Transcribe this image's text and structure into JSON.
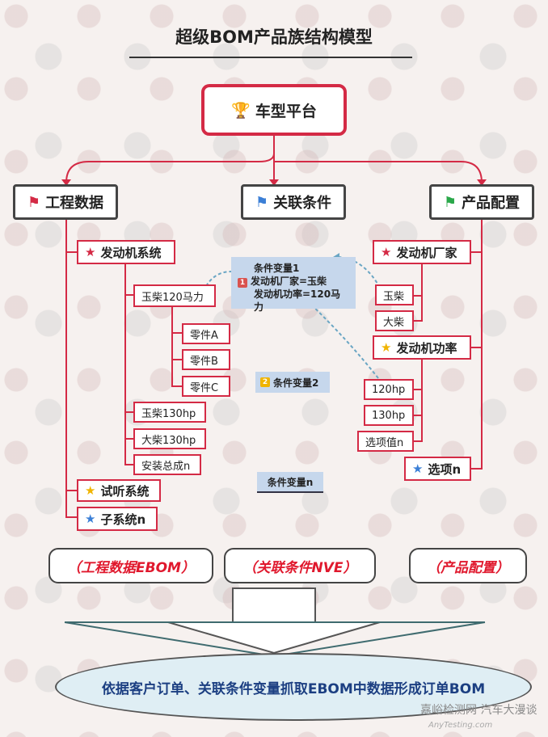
{
  "title": "超级BOM产品族结构模型",
  "root": {
    "label": "车型平台",
    "icon": "trophy-icon"
  },
  "level1": {
    "left": {
      "label": "工程数据",
      "icon": "red-flag-icon",
      "color": "#d42a45"
    },
    "center": {
      "label": "关联条件",
      "icon": "blue-flag-icon",
      "color": "#3b7fd6"
    },
    "right": {
      "label": "产品配置",
      "icon": "green-flag-icon",
      "color": "#2aa84a"
    }
  },
  "engineering": {
    "engine_system": "发动机系统",
    "yuchai120": "玉柴120马力",
    "part_a": "零件A",
    "part_b": "零件B",
    "part_c": "零件C",
    "yuchai130": "玉柴130hp",
    "dachai130": "大柴130hp",
    "assembly_n": "安装总成n",
    "audition_system": "试听系统",
    "subsystem_n": "子系统n"
  },
  "conditions": {
    "cond1_title": "条件变量1",
    "cond1_line1": "发动机厂家=玉柴",
    "cond1_line2": "发动机功率=120马力",
    "cond1_badge": "1",
    "cond2": "条件变量2",
    "cond2_badge": "2",
    "condn": "条件变量n"
  },
  "product": {
    "engine_maker": "发动机厂家",
    "yuchai": "玉柴",
    "dachai": "大柴",
    "engine_power": "发动机功率",
    "hp120": "120hp",
    "hp130": "130hp",
    "option_value_n": "选项值n",
    "option_n": "选项n"
  },
  "bottom_labels": {
    "ebom": "（工程数据EBOM）",
    "nve": "（关联条件NVE）",
    "config": "（产品配置）"
  },
  "summary": "依据客户订单、关联条件变量抓取EBOM中数据形成订单BOM",
  "watermark": {
    "brand": "嘉峪检测网 汽车大漫谈",
    "site": "AnyTesting.com"
  },
  "colors": {
    "accent_red": "#d42a45",
    "bubble_blue": "#c6d7ec",
    "summary_text": "#1c3f82",
    "italic_red": "#e0182d"
  }
}
